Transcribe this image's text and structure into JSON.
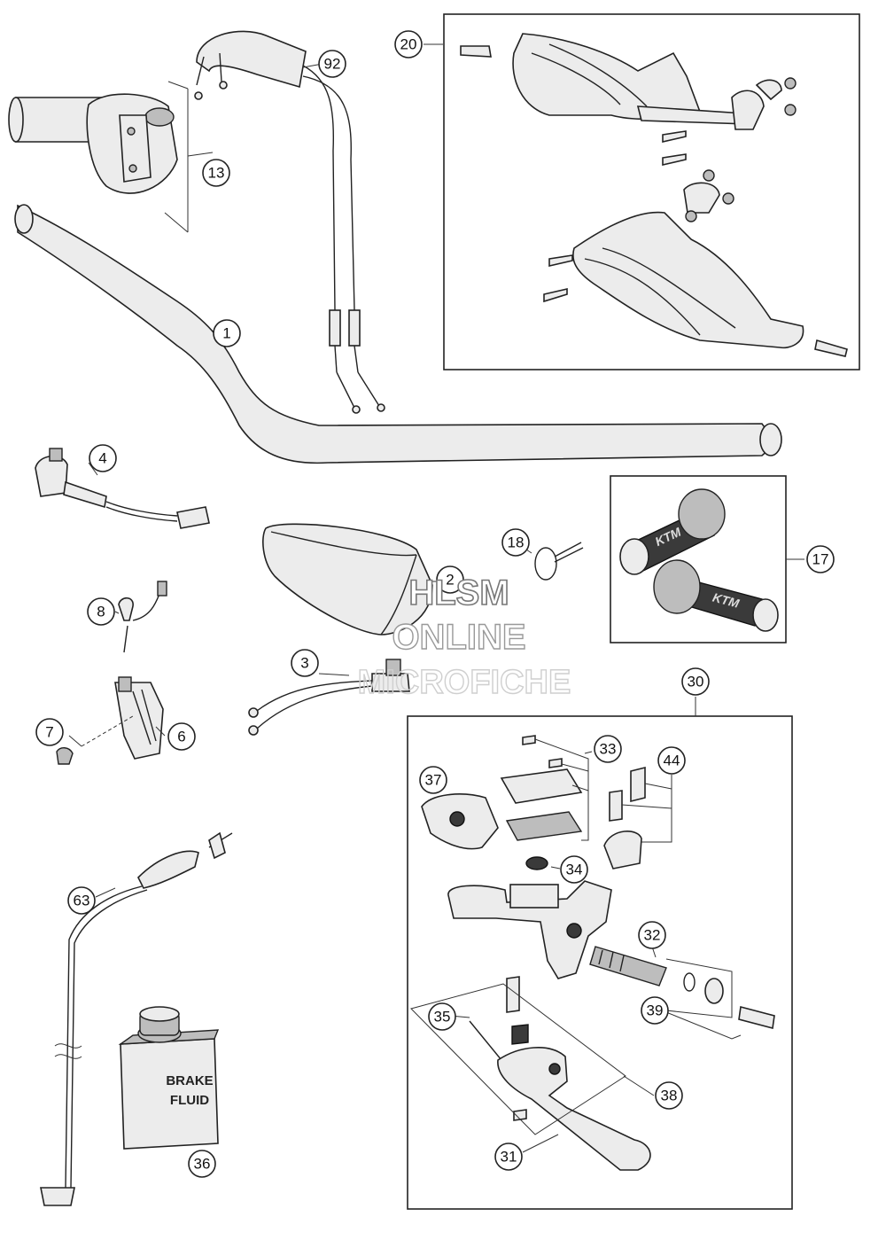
{
  "callouts": [
    "1",
    "2",
    "3",
    "4",
    "6",
    "7",
    "8",
    "13",
    "17",
    "18",
    "20",
    "30",
    "31",
    "32",
    "33",
    "34",
    "35",
    "36",
    "37",
    "38",
    "39",
    "44",
    "63",
    "92"
  ],
  "can_label": {
    "line1": "BRAKE",
    "line2": "FLUID"
  },
  "grip_logo": "KTM",
  "watermark": {
    "line1": "HLSM",
    "line2": "ONLINE",
    "line3": "MICROFICHE"
  }
}
